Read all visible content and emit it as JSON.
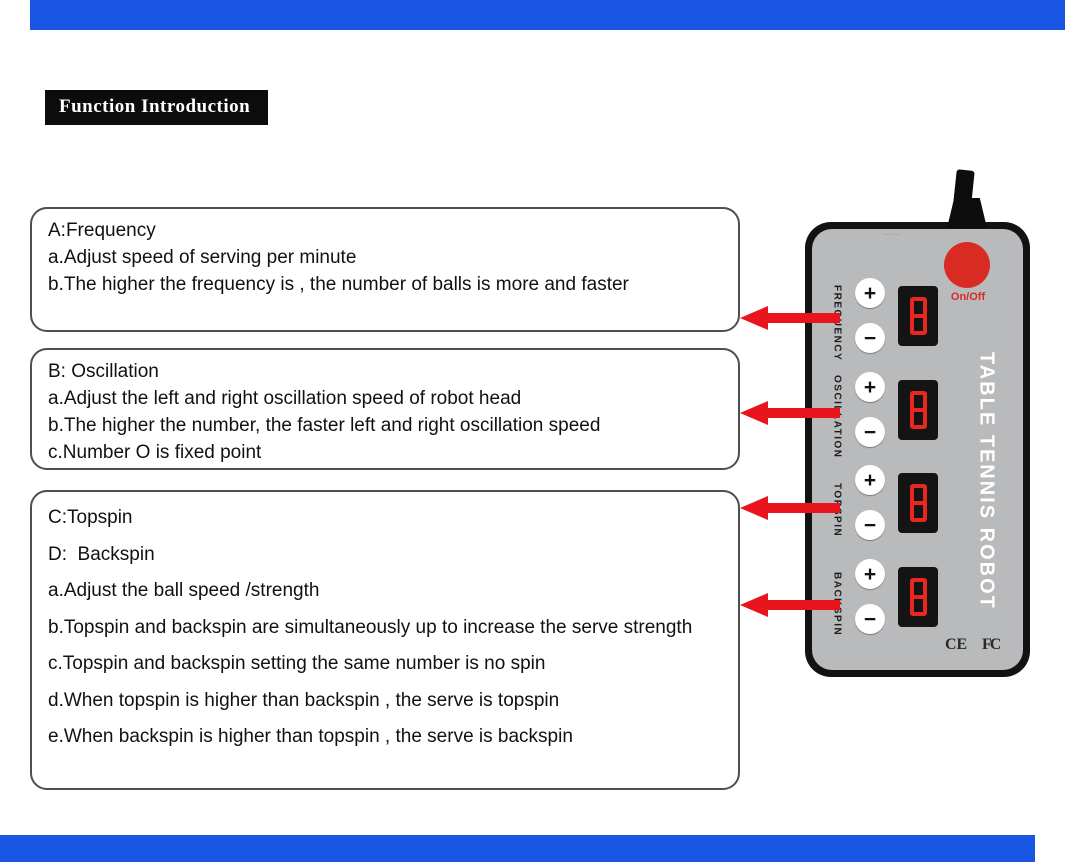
{
  "page": {
    "top_bar_color": "#1956e4",
    "bottom_bar_color": "#1956e4",
    "arrow_color": "#e8151d"
  },
  "header": {
    "title": "Function Introduction"
  },
  "boxes": [
    {
      "id": "A",
      "lines": [
        "A:Frequency",
        "a.Adjust speed of serving per minute",
        "b.The higher the frequency is , the number of balls is more and faster"
      ]
    },
    {
      "id": "B",
      "lines": [
        "B: Oscillation",
        "a.Adjust the left and right oscillation speed of robot head",
        "b.The higher the number, the faster left and right oscillation speed",
        "c.Number O is fixed point"
      ]
    },
    {
      "id": "C",
      "lines": [
        "C:Topspin",
        "D:  Backspin",
        "a.Adjust the ball speed /strength",
        "b.Topspin and backspin are simultaneously up to increase the serve strength",
        "c.Topspin and backspin setting the same number is no spin",
        "d.When topspin is higher than backspin , the serve is topspin",
        "e.When backspin is higher than topspin , the serve is backspin"
      ]
    }
  ],
  "device": {
    "top_marking": "······",
    "power_label": "On/Off",
    "side_title": "TABLE TENNIS ROBOT",
    "rows": [
      {
        "label": "FREQUENCY",
        "plus": "+",
        "minus": "−",
        "display": "8"
      },
      {
        "label": "OSCILLATION",
        "plus": "+",
        "minus": "−",
        "display": "8"
      },
      {
        "label": "TOPSPIN",
        "plus": "+",
        "minus": "−",
        "display": "8"
      },
      {
        "label": "BACKSPIN",
        "plus": "+",
        "minus": "−",
        "display": "8"
      }
    ],
    "certifications": [
      "CE",
      "FC"
    ]
  }
}
